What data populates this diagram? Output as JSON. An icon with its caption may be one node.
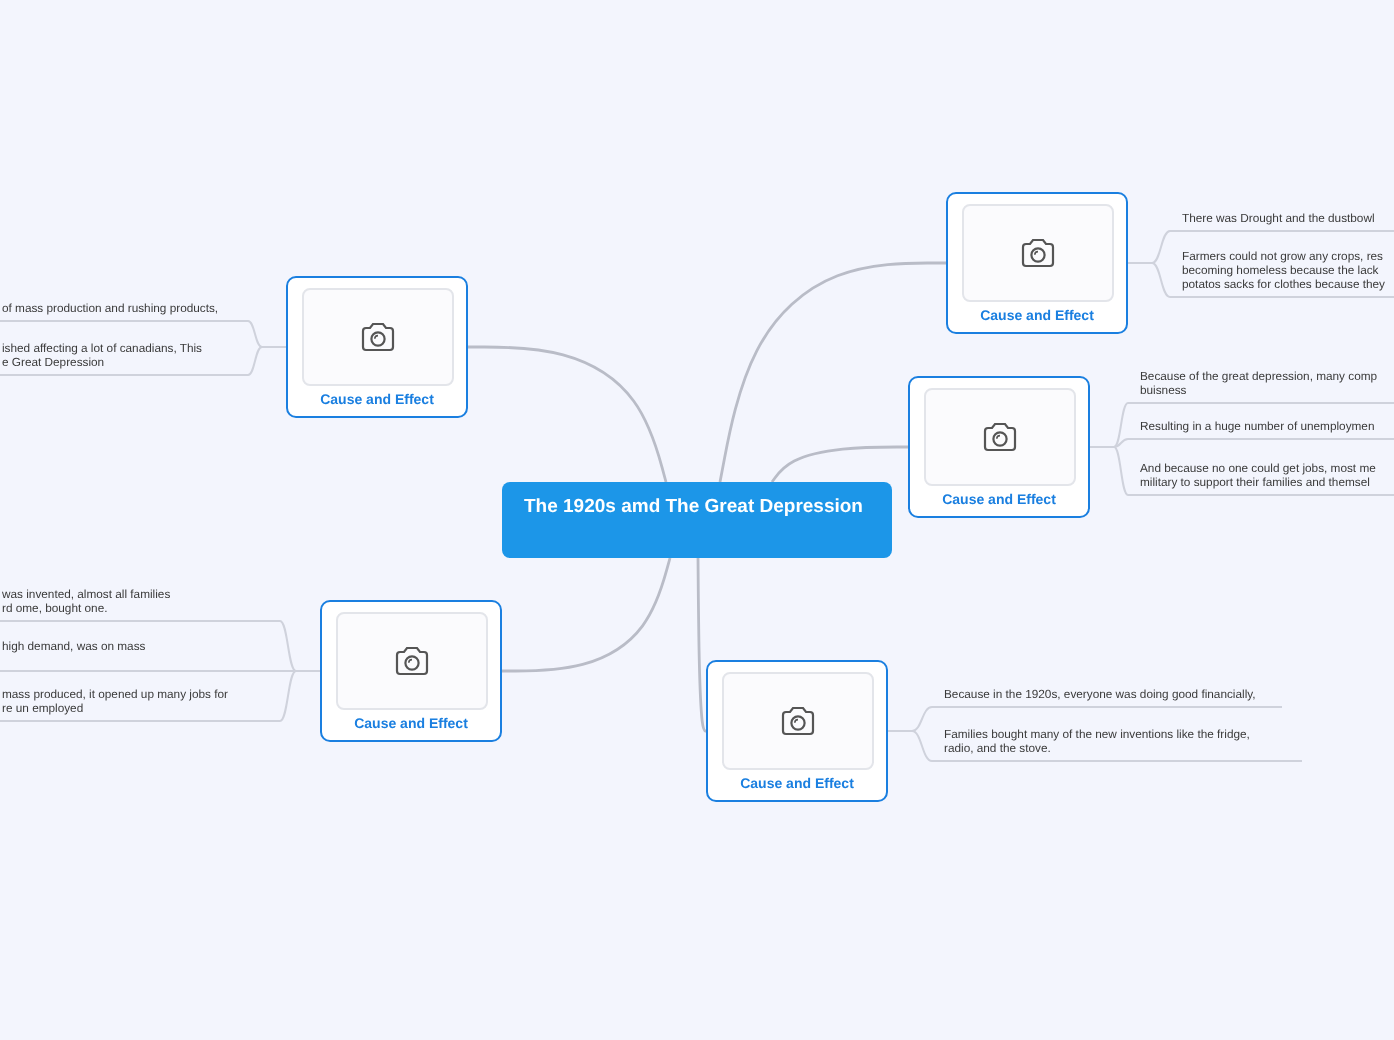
{
  "diagram": {
    "nodes": [
      {
        "text": [
          "The 1920s amd The Great Depression"
        ]
      },
      {
        "text": [
          "Cause and Effect"
        ]
      },
      {
        "text": [
          "Cause and Effect"
        ]
      },
      {
        "text": [
          "Cause and Effect"
        ]
      },
      {
        "text": [
          "Cause and Effect"
        ]
      },
      {
        "text": [
          "Cause and Effect"
        ]
      },
      {
        "text": [
          "There was Drought and the dustbowl"
        ]
      },
      {
        "text": [
          "Farmers could not grow any crops, res becoming homeless because the lack potatos sacks for clothes because they"
        ]
      },
      {
        "text": [
          "of mass production and rushing products,"
        ]
      },
      {
        "text": [
          "ished affecting a lot of canadians, This e Great Depression"
        ]
      },
      {
        "text": [
          "Because of the great depression, many comp buisness"
        ]
      },
      {
        "text": [
          "Resulting in a huge number of unemploymen"
        ]
      },
      {
        "text": [
          "And because no one could get jobs, most me military to support their families and themsel"
        ]
      },
      {
        "text": [
          "was invented, almost all families rd ome, bought one."
        ]
      },
      {
        "text": [
          "high demand, was on mass"
        ]
      },
      {
        "text": [
          "mass produced, it opened up many jobs for re un employed"
        ]
      },
      {
        "text": [
          "Because in the 1920s, everyone was doing good financially,"
        ]
      },
      {
        "text": [
          "Families bought many of the new inventions like the fridge, radio, and the stove."
        ]
      }
    ],
    "edges": [
      {
        "from": 0,
        "to": 1,
        "arrow": "none"
      },
      {
        "from": 0,
        "to": 2,
        "arrow": "none"
      },
      {
        "from": 0,
        "to": 3,
        "arrow": "none"
      },
      {
        "from": 0,
        "to": 4,
        "arrow": "none"
      },
      {
        "from": 0,
        "to": 5,
        "arrow": "none"
      },
      {
        "from": 1,
        "to": 6,
        "arrow": "none"
      },
      {
        "from": 1,
        "to": 7,
        "arrow": "none"
      },
      {
        "from": 2,
        "to": 8,
        "arrow": "none"
      },
      {
        "from": 2,
        "to": 9,
        "arrow": "none"
      },
      {
        "from": 3,
        "to": 10,
        "arrow": "none"
      },
      {
        "from": 3,
        "to": 11,
        "arrow": "none"
      },
      {
        "from": 3,
        "to": 12,
        "arrow": "none"
      },
      {
        "from": 4,
        "to": 13,
        "arrow": "none"
      },
      {
        "from": 4,
        "to": 14,
        "arrow": "none"
      },
      {
        "from": 4,
        "to": 15,
        "arrow": "none"
      },
      {
        "from": 5,
        "to": 16,
        "arrow": "none"
      },
      {
        "from": 5,
        "to": 17,
        "arrow": "none"
      }
    ]
  }
}
